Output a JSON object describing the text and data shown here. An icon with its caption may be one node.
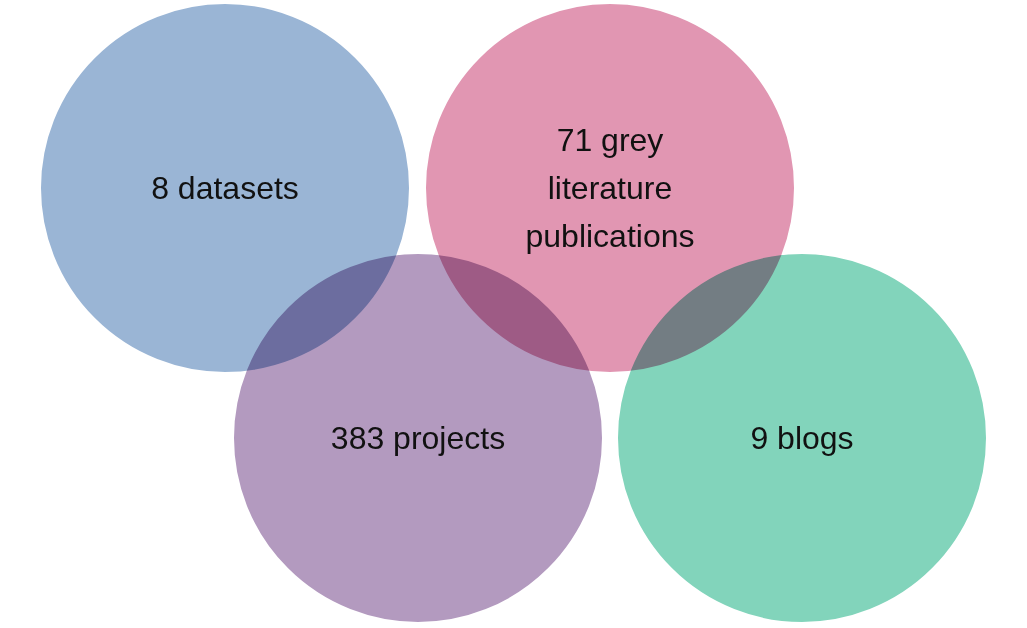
{
  "diagram": {
    "nodes": [
      {
        "text": [
          "8 datasets"
        ]
      },
      {
        "text": [
          "71 grey literature publications"
        ]
      },
      {
        "text": [
          "383 projects"
        ]
      },
      {
        "text": [
          "9 blogs"
        ]
      }
    ]
  }
}
